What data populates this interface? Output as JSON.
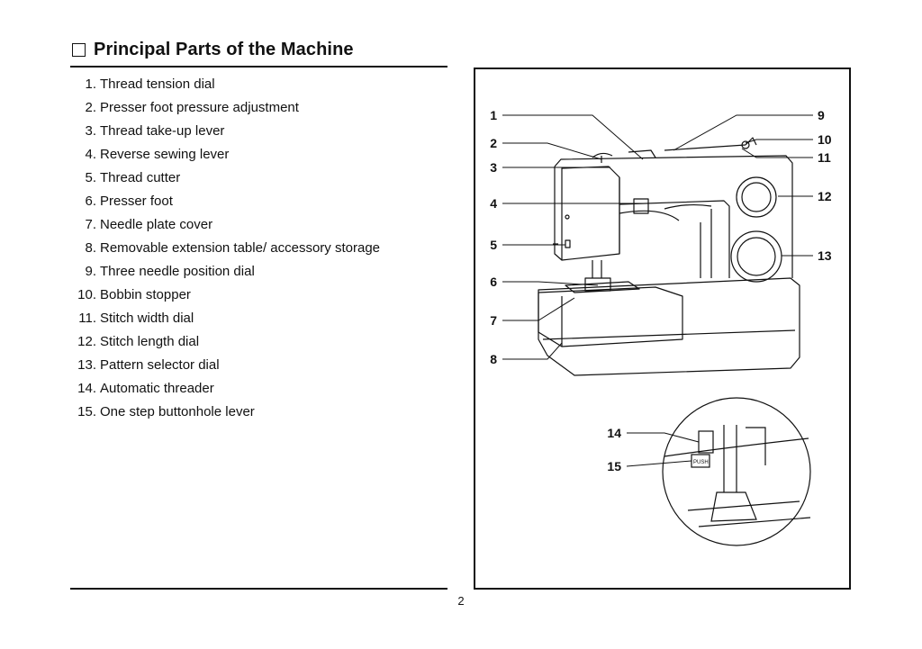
{
  "header": {
    "title": "Principal Parts of the Machine"
  },
  "parts": [
    {
      "num": "1.",
      "label": "Thread tension dial"
    },
    {
      "num": "2.",
      "label": "Presser foot pressure adjustment"
    },
    {
      "num": "3.",
      "label": "Thread take-up lever"
    },
    {
      "num": "4.",
      "label": "Reverse sewing lever"
    },
    {
      "num": "5.",
      "label": "Thread cutter"
    },
    {
      "num": "6.",
      "label": "Presser foot"
    },
    {
      "num": "7.",
      "label": "Needle plate cover"
    },
    {
      "num": "8.",
      "label": "Removable extension table/ accessory storage"
    },
    {
      "num": "9.",
      "label": "Three needle position dial"
    },
    {
      "num": "10.",
      "label": "Bobbin stopper"
    },
    {
      "num": "11.",
      "label": "Stitch width dial"
    },
    {
      "num": "12.",
      "label": "Stitch length dial"
    },
    {
      "num": "13.",
      "label": "Pattern selector dial"
    },
    {
      "num": "14.",
      "label": "Automatic threader"
    },
    {
      "num": "15.",
      "label": "One step buttonhole lever"
    }
  ],
  "callouts": {
    "c1": "1",
    "c2": "2",
    "c3": "3",
    "c4": "4",
    "c5": "5",
    "c6": "6",
    "c7": "7",
    "c8": "8",
    "c9": "9",
    "c10": "10",
    "c11": "11",
    "c12": "12",
    "c13": "13",
    "c14": "14",
    "c15": "15"
  },
  "inset": {
    "push_label": "PUSH"
  },
  "footer": {
    "page_number": "2"
  }
}
